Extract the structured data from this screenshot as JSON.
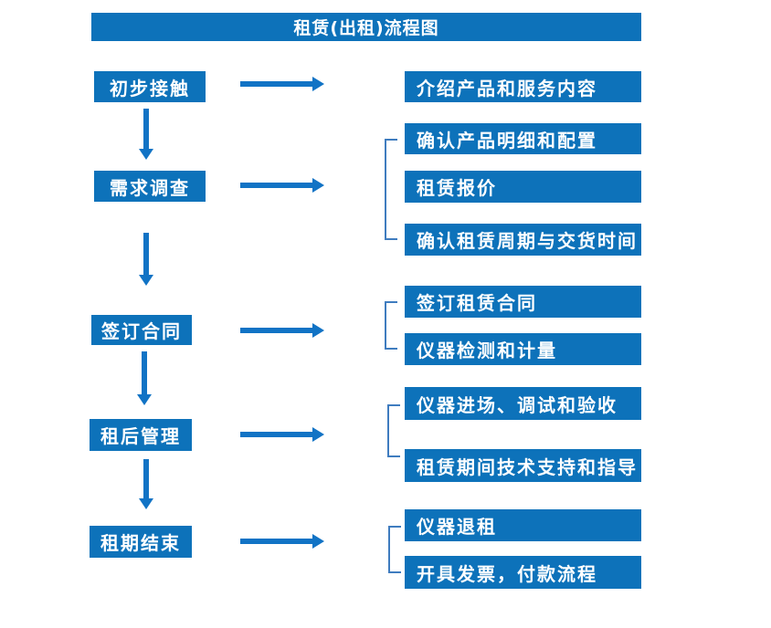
{
  "title": "租赁(出租)流程图",
  "colors": {
    "box_blue": "#0d72ba",
    "arrow_blue": "#1173c5",
    "bracket_blue": "#3f7cbf",
    "text_white": "#ffffff"
  },
  "steps": [
    {
      "label": "初步接触",
      "details": [
        "介绍产品和服务内容"
      ]
    },
    {
      "label": "需求调查",
      "details": [
        "确认产品明细和配置",
        "租赁报价",
        "确认租赁周期与交货时间"
      ]
    },
    {
      "label": "签订合同",
      "details": [
        "签订租赁合同",
        "仪器检测和计量"
      ]
    },
    {
      "label": "租后管理",
      "details": [
        "仪器进场、调试和验收",
        "租赁期间技术支持和指导"
      ]
    },
    {
      "label": "租期结束",
      "details": [
        "仪器退租",
        "开具发票，付款流程"
      ]
    }
  ]
}
